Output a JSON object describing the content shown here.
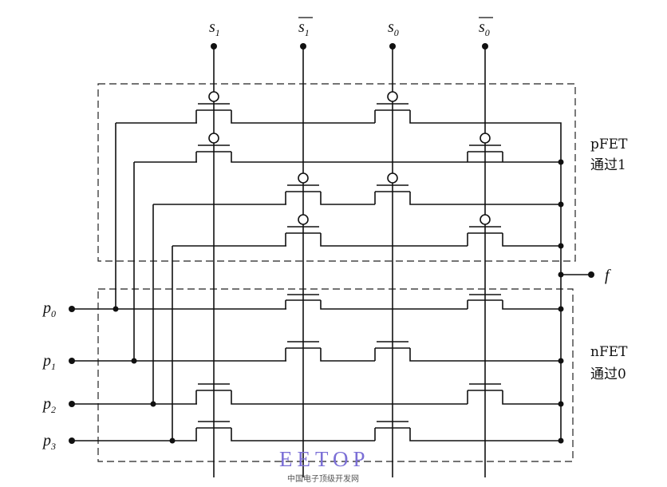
{
  "signals": {
    "s1": {
      "base": "s",
      "sub": "1"
    },
    "s1bar": {
      "base": "s",
      "sub": "1"
    },
    "s0": {
      "base": "s",
      "sub": "0"
    },
    "s0bar": {
      "base": "s",
      "sub": "0"
    }
  },
  "inputs": [
    {
      "base": "p",
      "sub": "0"
    },
    {
      "base": "p",
      "sub": "1"
    },
    {
      "base": "p",
      "sub": "2"
    },
    {
      "base": "p",
      "sub": "3"
    }
  ],
  "output": "f",
  "blocks": {
    "pfet": {
      "line1": "pFET",
      "line2": "通过1"
    },
    "nfet": {
      "line1": "nFET",
      "line2": "通过0"
    }
  },
  "watermark": {
    "text": "EETOP",
    "subtitle": "中国电子顶级开发网",
    "color": "#7b6fd6"
  }
}
